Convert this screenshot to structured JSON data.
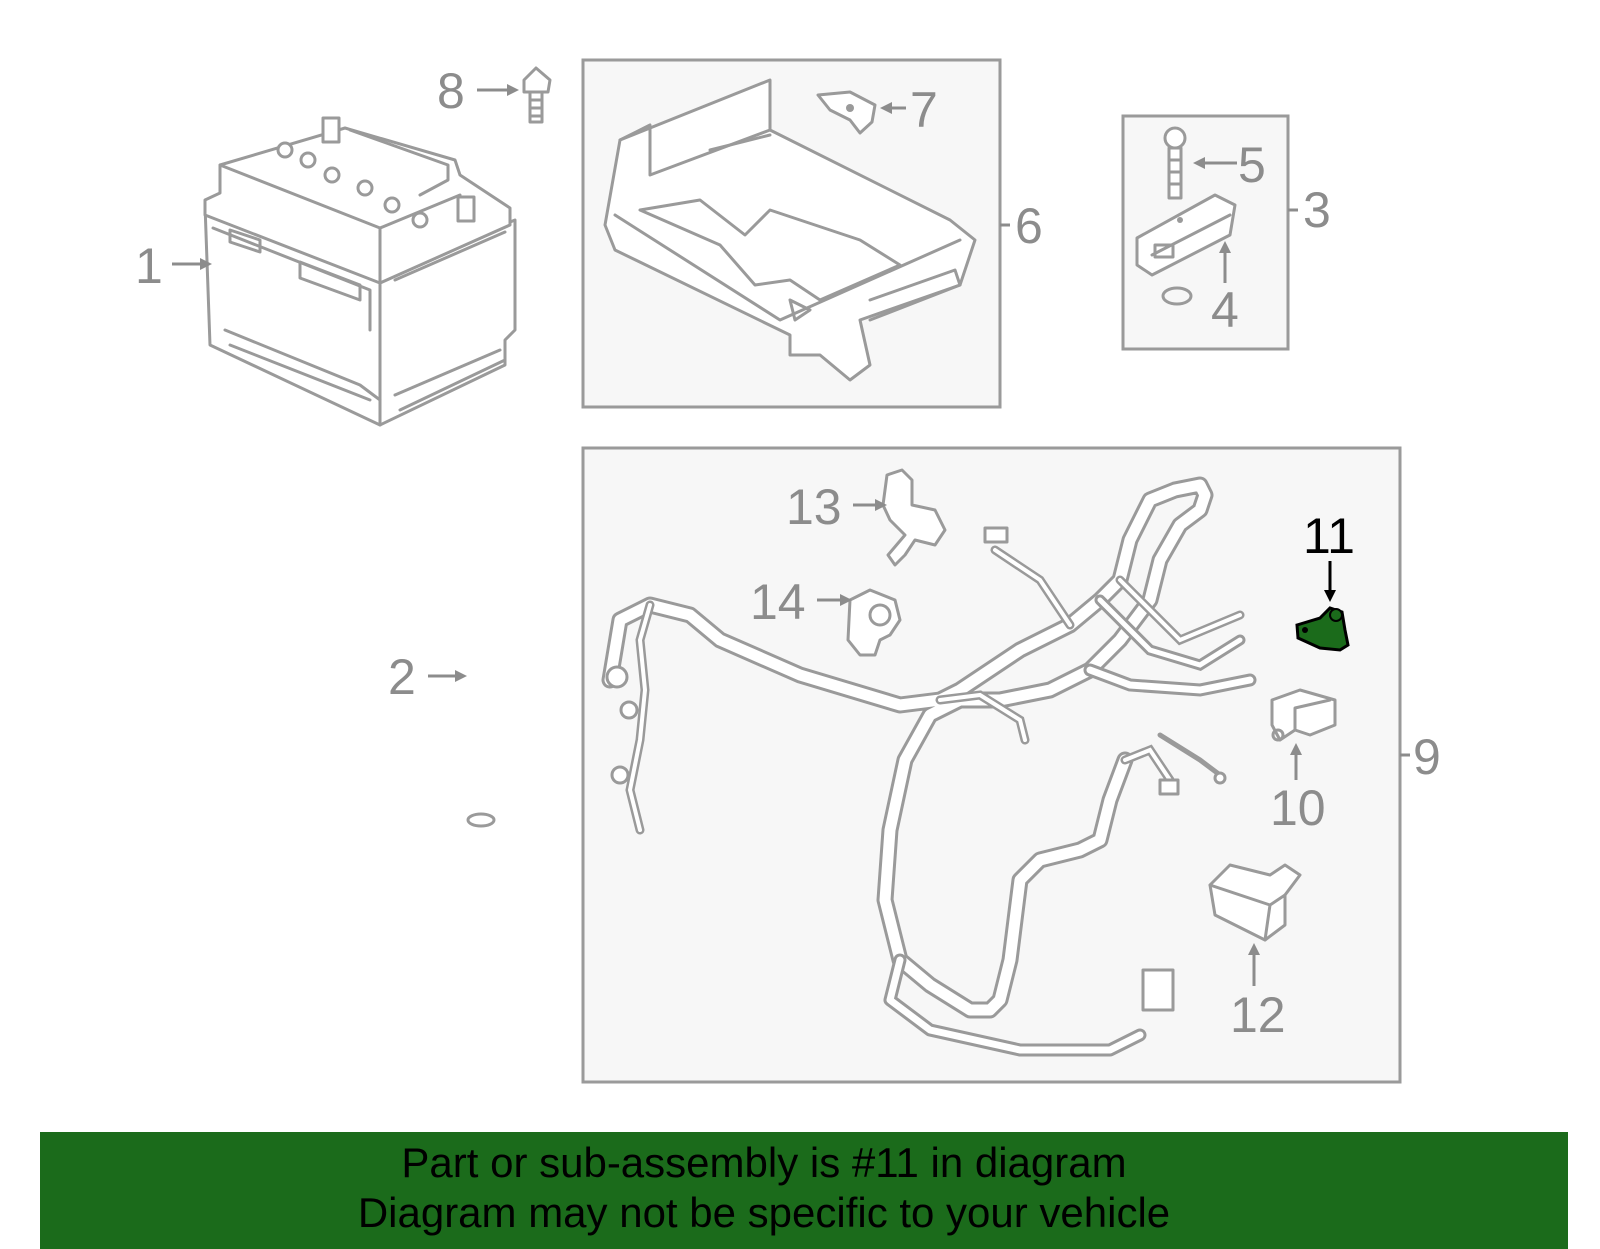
{
  "labels": {
    "p1": "1",
    "p2": "2",
    "p3": "3",
    "p4": "4",
    "p5": "5",
    "p6": "6",
    "p7": "7",
    "p8": "8",
    "p9": "9",
    "p10": "10",
    "p11": "11",
    "p12": "12",
    "p13": "13",
    "p14": "14"
  },
  "highlight": {
    "part": "11",
    "color": "#1b6b1b"
  },
  "banner": {
    "line1": "Part or sub-assembly is #11 in diagram",
    "line2": "Diagram may not be specific to your vehicle",
    "background": "#1b6b1b"
  }
}
